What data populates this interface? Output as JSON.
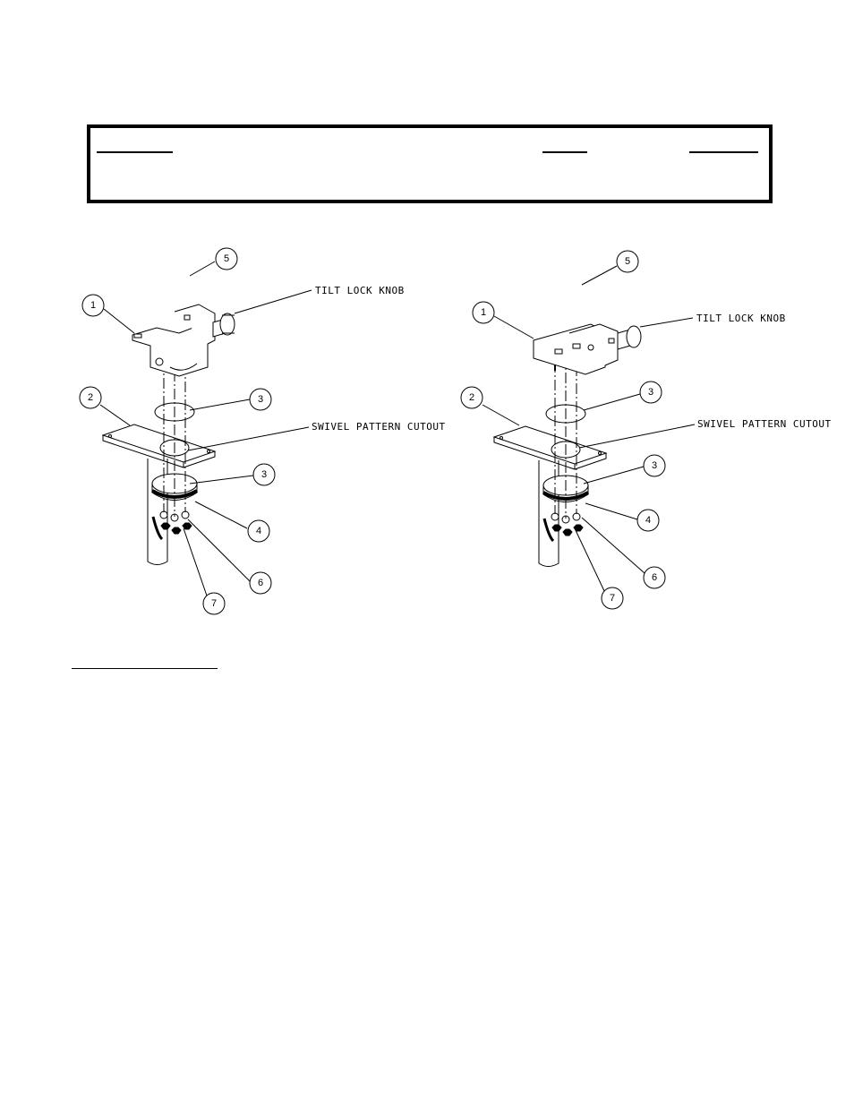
{
  "diagram": {
    "left": {
      "callouts": [
        "1",
        "2",
        "3",
        "3",
        "4",
        "5",
        "6",
        "7"
      ],
      "tilt_label": "TILT LOCK KNOB",
      "swivel_label": "SWIVEL PATTERN CUTOUT"
    },
    "right": {
      "callouts": [
        "1",
        "2",
        "3",
        "3",
        "4",
        "5",
        "6",
        "7"
      ],
      "tilt_label": "TILT LOCK KNOB",
      "swivel_label": "SWIVEL PATTERN CUTOUT"
    }
  }
}
